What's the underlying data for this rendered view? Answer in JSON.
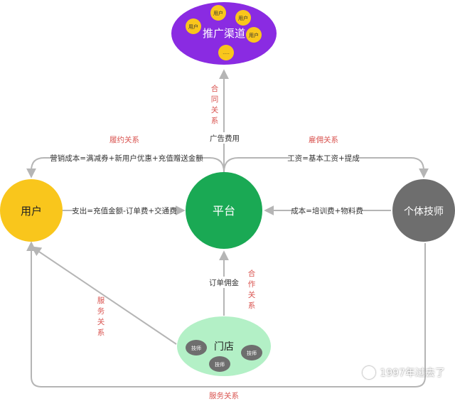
{
  "colors": {
    "channel": "#8a2be2",
    "user": "#f9c61c",
    "platform": "#1aa954",
    "technician": "#6e6e6e",
    "store": "#b3f0c6",
    "token": "#f9c61c",
    "store_tech": "#6e6e6e",
    "line": "#b5b5b5",
    "relation_text": "#d9534f",
    "label_text": "#333333"
  },
  "nodes": {
    "channel": {
      "label": "推广渠道",
      "tokens": [
        "用户",
        "用户",
        "用户",
        "用户",
        "....."
      ]
    },
    "user": {
      "label": "用户"
    },
    "platform": {
      "label": "平台"
    },
    "technician": {
      "label": "个体技师"
    },
    "store": {
      "label": "门店",
      "techs": [
        "技师",
        "技师",
        "技师"
      ]
    }
  },
  "edges": {
    "ad_fee": "广告费用",
    "cooperation_top": "合同关系",
    "fulfillment": "履约关系",
    "employment": "雇佣关系",
    "marketing_cost": "营销成本=满减券+新用户优惠+充值赠送金额",
    "wage": "工资=基本工资+提成",
    "user_expense": "支出=充值金额-订单费+交通费",
    "tech_cost": "成本=培训费+物料费",
    "order_commission": "订单佣金",
    "cooperation_bottom": "合作关系",
    "service_store": "服务关系",
    "service_bottom": "服务关系"
  },
  "watermark": {
    "text": "1997年过去了",
    "icon": "wechat-icon"
  }
}
